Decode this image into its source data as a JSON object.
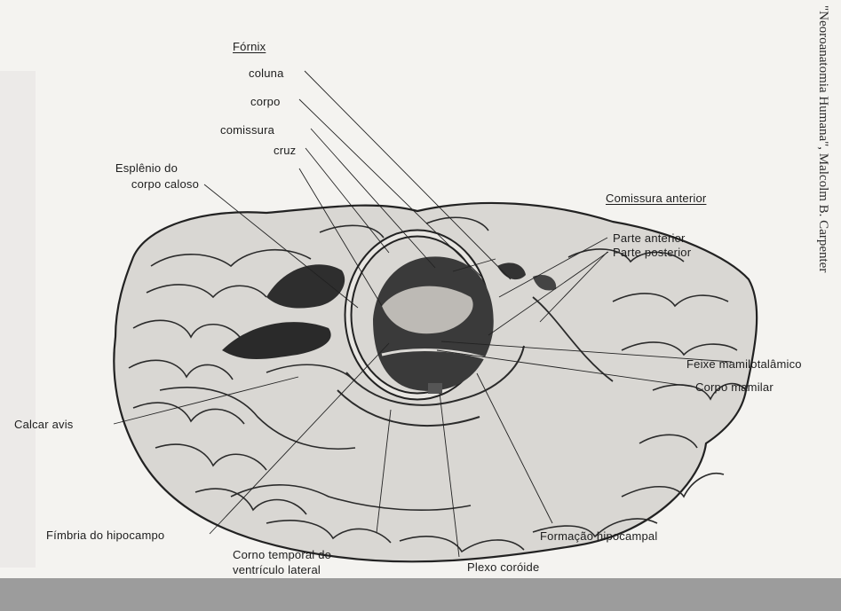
{
  "labels": {
    "fornix": "Fórnix",
    "coluna": "coluna",
    "corpo": "corpo",
    "comissura": "comissura",
    "cruz": "cruz",
    "esplenio_1": "Esplênio do",
    "esplenio_2": "corpo caloso",
    "comissura_anterior": "Comissura anterior",
    "parte_anterior": "Parte anterior",
    "parte_posterior": "Parte posterior",
    "feixe": "Feixe mamilotalâmico",
    "corpo_mamilar": "Corpo mamilar",
    "calcar": "Calcar avis",
    "fimbria": "Fímbria do hipocampo",
    "corno_1": "Corno temporal do",
    "corno_2": "ventrículo lateral",
    "plexo": "Plexo coróide",
    "formacao": "Formação hipocampal"
  },
  "credit": "\"Neoroanatomia Humana\", Malcolm B. Carpenter"
}
